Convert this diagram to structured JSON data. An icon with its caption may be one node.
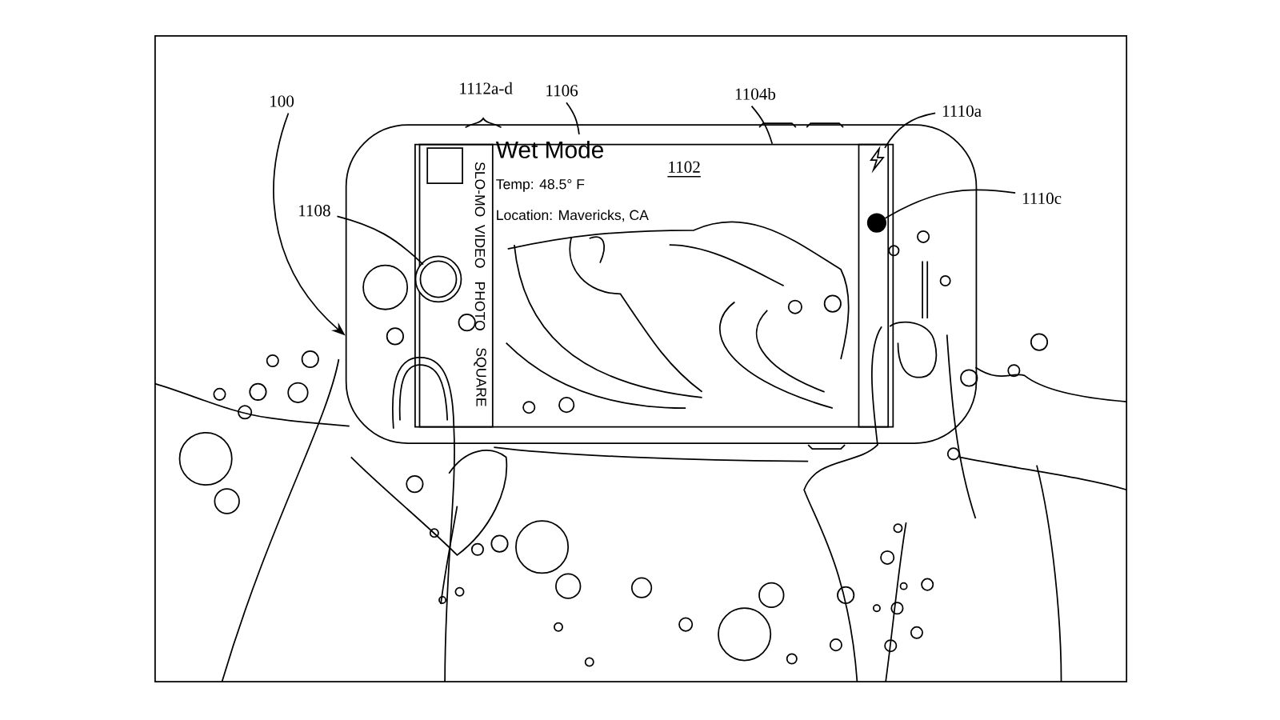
{
  "diagram": {
    "nodes": [
      {
        "text": [
          "100"
        ]
      },
      {
        "text": [
          "1106"
        ]
      },
      {
        "text": [
          "1104b"
        ]
      },
      {
        "text": [
          "1110a"
        ]
      },
      {
        "text": [
          "1108"
        ]
      },
      {
        "text": [
          "1110c"
        ]
      },
      {
        "text": [],
        "shape": "box"
      },
      {
        "text": [],
        "shape": "box",
        "in": 6
      },
      {
        "text": [
          "SLO-MO",
          "VIDEO",
          "PHOTO",
          "SQUARE"
        ],
        "in": 7
      },
      {
        "text": [],
        "shape": "box",
        "in": 8
      },
      {
        "text": [],
        "shape": "circle",
        "in": 8
      },
      {
        "text": [
          "Wet Mode",
          "Temp: 48.5° F",
          "Location: Mavericks, CA"
        ],
        "in": 7
      },
      {
        "text": [],
        "shape": "box",
        "in": 7
      },
      {
        "text": [],
        "shape": "picture",
        "in": 12
      },
      {
        "text": [],
        "shape": "circle",
        "in": 12
      }
    ],
    "edges": [
      {
        "from": 0,
        "to": 6,
        "arrow": "to"
      },
      {
        "from": 1,
        "to": 11,
        "arrow": "none"
      },
      {
        "from": 2,
        "to": 7,
        "arrow": "none"
      },
      {
        "from": 3,
        "to": 13,
        "arrow": "none"
      },
      {
        "from": 4,
        "to": 10,
        "arrow": "none"
      },
      {
        "from": 5,
        "to": 14,
        "arrow": "none"
      }
    ],
    "labels": [
      "1112a-d",
      "1102"
    ]
  }
}
